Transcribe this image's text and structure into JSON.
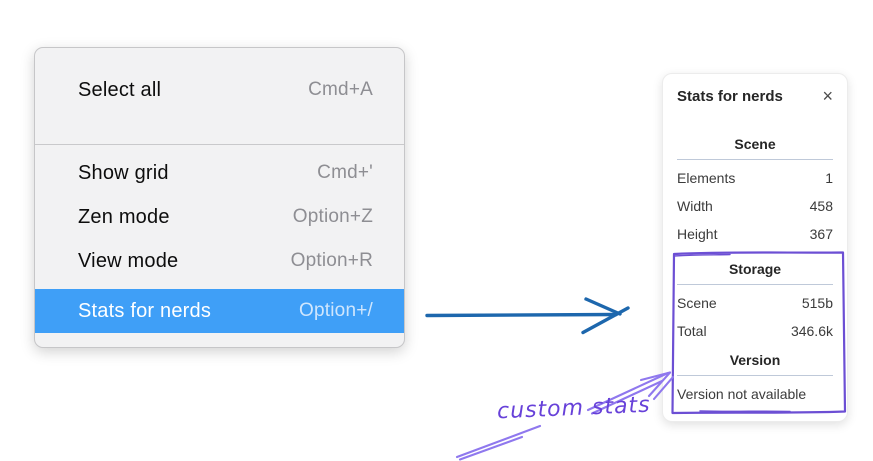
{
  "context_menu": {
    "items": [
      {
        "label": "Select all",
        "shortcut": "Cmd+A",
        "highlighted": false
      },
      {
        "label": "Show grid",
        "shortcut": "Cmd+'",
        "highlighted": false
      },
      {
        "label": "Zen mode",
        "shortcut": "Option+Z",
        "highlighted": false
      },
      {
        "label": "View mode",
        "shortcut": "Option+R",
        "highlighted": false
      },
      {
        "label": "Stats for nerds",
        "shortcut": "Option+/",
        "highlighted": true
      }
    ],
    "highlight_color": "#3f9ff7"
  },
  "stats_panel": {
    "title": "Stats for nerds",
    "close_icon": "×",
    "sections": [
      {
        "heading": "Scene",
        "rows": [
          {
            "label": "Elements",
            "value": "1"
          },
          {
            "label": "Width",
            "value": "458"
          },
          {
            "label": "Height",
            "value": "367"
          }
        ]
      },
      {
        "heading": "Storage",
        "rows": [
          {
            "label": "Scene",
            "value": "515b"
          },
          {
            "label": "Total",
            "value": "346.6k"
          }
        ]
      },
      {
        "heading": "Version",
        "note": "Version not available"
      }
    ]
  },
  "annotation": {
    "label": "custom stats",
    "text_color": "#6741d9",
    "box_color": "#6c4fd4",
    "arrow_color": "#8f78ee"
  },
  "flow_arrow_color": "#1d67ad"
}
